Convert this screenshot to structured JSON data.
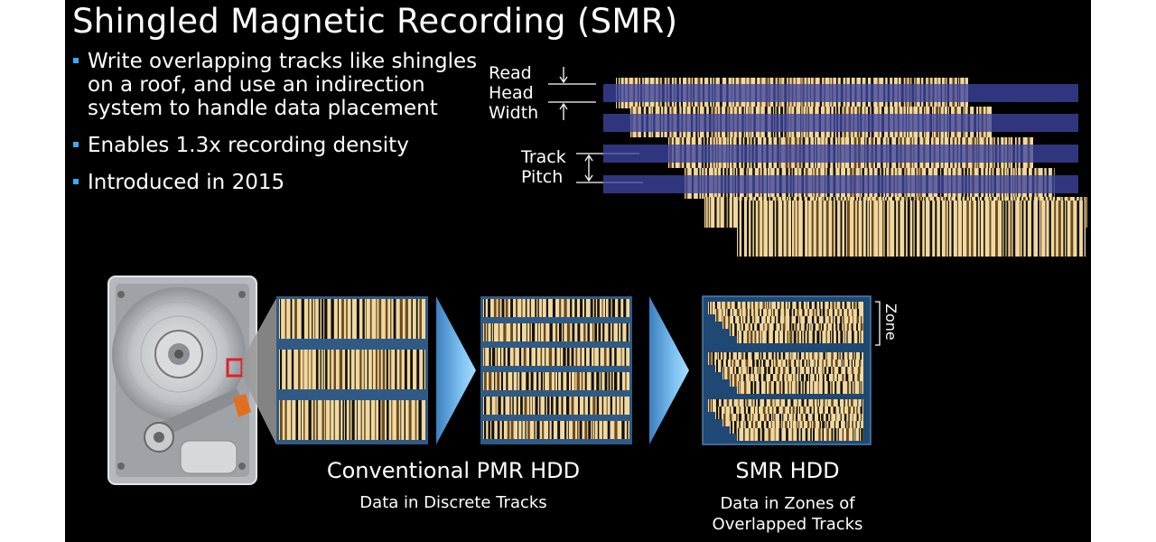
{
  "title": "Shingled Magnetic Recording (SMR)",
  "bullets": [
    "Write overlapping tracks like shingles on a roof, and use an indirection system to handle data placement",
    "Enables 1.3x recording density",
    "Introduced in 2015"
  ],
  "diagram_labels": {
    "read_head_width": [
      "Read",
      "Head",
      "Width"
    ],
    "track_pitch": [
      "Track",
      "Pitch"
    ]
  },
  "panels": {
    "pmr": {
      "title": "Conventional PMR HDD",
      "subtitle": "Data in Discrete Tracks"
    },
    "smr": {
      "title": "SMR HDD",
      "subtitle_lines": [
        "Data in Zones of",
        "Overlapped Tracks"
      ],
      "zone_label": "Zone"
    }
  },
  "colors": {
    "background": "#000000",
    "accent_bullet": "#3aa8ff",
    "track_gold": "#f0d9a0",
    "head_band": "#3d45a0",
    "panel_blue": "#2f5a86",
    "arrow_blue": "#6fb3e6",
    "highlight_red": "#e0202a"
  }
}
